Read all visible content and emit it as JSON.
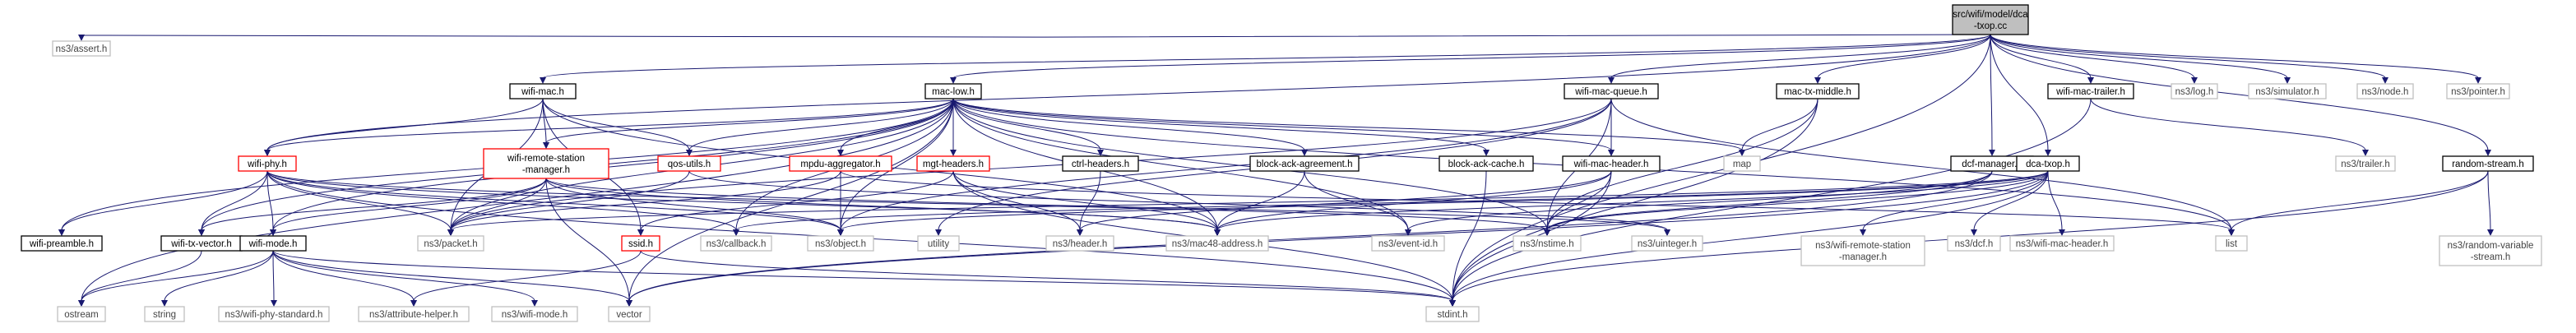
{
  "graph_title": "",
  "colors": {
    "edge": "#191970",
    "main_fill": "#bfbfbf",
    "box_stroke_documented": "#000000",
    "box_stroke_undocumented": "#bfbfbf",
    "box_stroke_highlight": "#ff0000",
    "text_dark": "#000000",
    "text_gray": "#444444"
  },
  "nodes": {
    "dca_txop_cc": "src/wifi/model/dca\n-txop.cc",
    "assert_h": "ns3/assert.h",
    "wifi_mac_h": "wifi-mac.h",
    "mac_low_h": "mac-low.h",
    "wifi_mac_queue_h": "wifi-mac-queue.h",
    "mac_tx_middle_h": "mac-tx-middle.h",
    "wifi_mac_trailer_h": "wifi-mac-trailer.h",
    "log_h": "ns3/log.h",
    "simulator_h": "ns3/simulator.h",
    "node_h": "ns3/node.h",
    "pointer_h": "ns3/pointer.h",
    "wifi_phy_h": "wifi-phy.h",
    "wifi_remote_station_manager_h": "wifi-remote-station\n-manager.h",
    "qos_utils_h": "qos-utils.h",
    "mpdu_aggregator_h": "mpdu-aggregator.h",
    "mgt_headers_h": "mgt-headers.h",
    "ctrl_headers_h": "ctrl-headers.h",
    "block_ack_agreement_h": "block-ack-agreement.h",
    "block_ack_cache_h": "block-ack-cache.h",
    "wifi_mac_header_h": "wifi-mac-header.h",
    "map": "map",
    "dcf_manager_h": "dcf-manager.h",
    "dca_txop_h": "dca-txop.h",
    "trailer_h": "ns3/trailer.h",
    "random_stream_h": "random-stream.h",
    "wifi_preamble_h": "wifi-preamble.h",
    "wifi_tx_vector_h": "wifi-tx-vector.h",
    "wifi_mode_h": "wifi-mode.h",
    "packet_h": "ns3/packet.h",
    "ssid_h": "ssid.h",
    "callback_h": "ns3/callback.h",
    "object_h": "ns3/object.h",
    "utility": "utility",
    "header_h": "ns3/header.h",
    "mac48_address_h": "ns3/mac48-address.h",
    "event_id_h": "ns3/event-id.h",
    "nstime_h": "ns3/nstime.h",
    "uinteger_h": "ns3/uinteger.h",
    "wifi_remote_station_manager_ns3_h": "ns3/wifi-remote-station\n-manager.h",
    "dcf_h": "ns3/dcf.h",
    "wifi_mac_header_ns3_h": "ns3/wifi-mac-header.h",
    "list": "list",
    "random_variable_stream_h": "ns3/random-variable\n-stream.h",
    "ostream": "ostream",
    "string": "string",
    "wifi_phy_standard_h": "ns3/wifi-phy-standard.h",
    "attribute_helper_h": "ns3/attribute-helper.h",
    "wifi_mode_ns3_h": "ns3/wifi-mode.h",
    "vector": "vector",
    "stdint_h": "stdint.h"
  }
}
